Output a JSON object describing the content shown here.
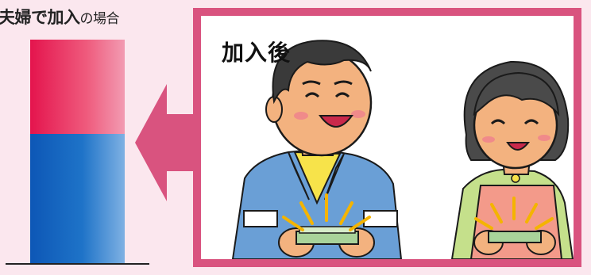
{
  "caption": {
    "part1": "夫婦で",
    "part2": "加入",
    "part3": "の場合"
  },
  "frame": {
    "label": "加入後"
  },
  "colors": {
    "frame_border": "#d9537f",
    "background": "#fbe7ee",
    "bar_top": "#e4144d",
    "bar_bottom": "#0d57b6"
  },
  "icons": [
    "left-arrow-icon",
    "man-illustration",
    "woman-illustration",
    "cash-bundle-icon"
  ]
}
